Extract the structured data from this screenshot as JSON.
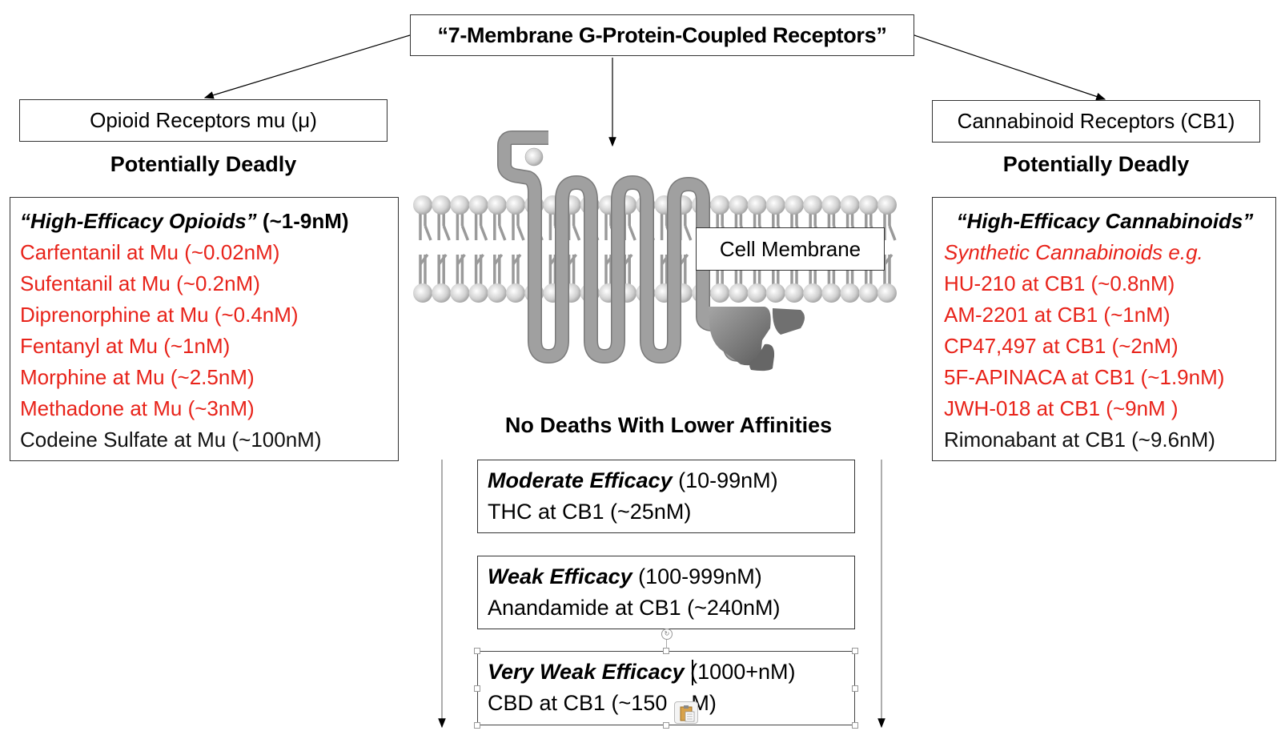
{
  "title": "“7-Membrane G-Protein-Coupled Receptors”",
  "left": {
    "receptor": "Opioid Receptors mu (μ)",
    "status": "Potentially Deadly",
    "header_italic": "“High-Efficacy Opioids”",
    "header_range": " (~1-9nM)",
    "items": [
      {
        "text": "Carfentanil at Mu (~0.02nM)",
        "color": "#e8231a"
      },
      {
        "text": "Sufentanil at Mu (~0.2nM)",
        "color": "#e8231a"
      },
      {
        "text": "Diprenorphine at Mu (~0.4nM)",
        "color": "#e8231a"
      },
      {
        "text": "Fentanyl at Mu (~1nM)",
        "color": "#e8231a"
      },
      {
        "text": "Morphine at Mu (~2.5nM)",
        "color": "#e8231a"
      },
      {
        "text": "Methadone at Mu (~3nM)",
        "color": "#e8231a"
      },
      {
        "text": "Codeine Sulfate at Mu (~100nM)",
        "color": "#111111"
      }
    ]
  },
  "right": {
    "receptor": "Cannabinoid Receptors (CB1)",
    "status": "Potentially Deadly",
    "header_italic": "“High-Efficacy Cannabinoids”",
    "subheader": "Synthetic Cannabinoids e.g.",
    "items": [
      {
        "text": "HU-210 at CB1 (~0.8nM)",
        "color": "#e8231a"
      },
      {
        "text": "AM-2201 at CB1 (~1nM)",
        "color": "#e8231a"
      },
      {
        "text": "CP47,497 at CB1 (~2nM)",
        "color": "#e8231a"
      },
      {
        "text": "5F-APINACA at CB1 (~1.9nM)",
        "color": "#e8231a"
      },
      {
        "text": "JWH-018 at CB1 (~9nM )",
        "color": "#e8231a"
      },
      {
        "text": "Rimonabant at CB1 (~9.6nM)",
        "color": "#111111"
      }
    ]
  },
  "center": {
    "membrane_label": "Cell Membrane",
    "lower_heading": "No Deaths With Lower Affinities",
    "efficacy": [
      {
        "level": "Moderate Efficacy",
        "range": " (10-99nM)",
        "example": "THC at CB1 (~25nM)"
      },
      {
        "level": "Weak Efficacy",
        "range": " (100-999nM)",
        "example": "Anandamide at CB1 (~240nM)"
      },
      {
        "level": "Very Weak Efficacy",
        "range": " (1000+nM)",
        "example": "CBD at CB1 (~150",
        "example_tail": "M)"
      }
    ]
  },
  "colors": {
    "deadly_red": "#e8231a",
    "text": "#111111",
    "membrane_gray": "#9a9a9a"
  }
}
